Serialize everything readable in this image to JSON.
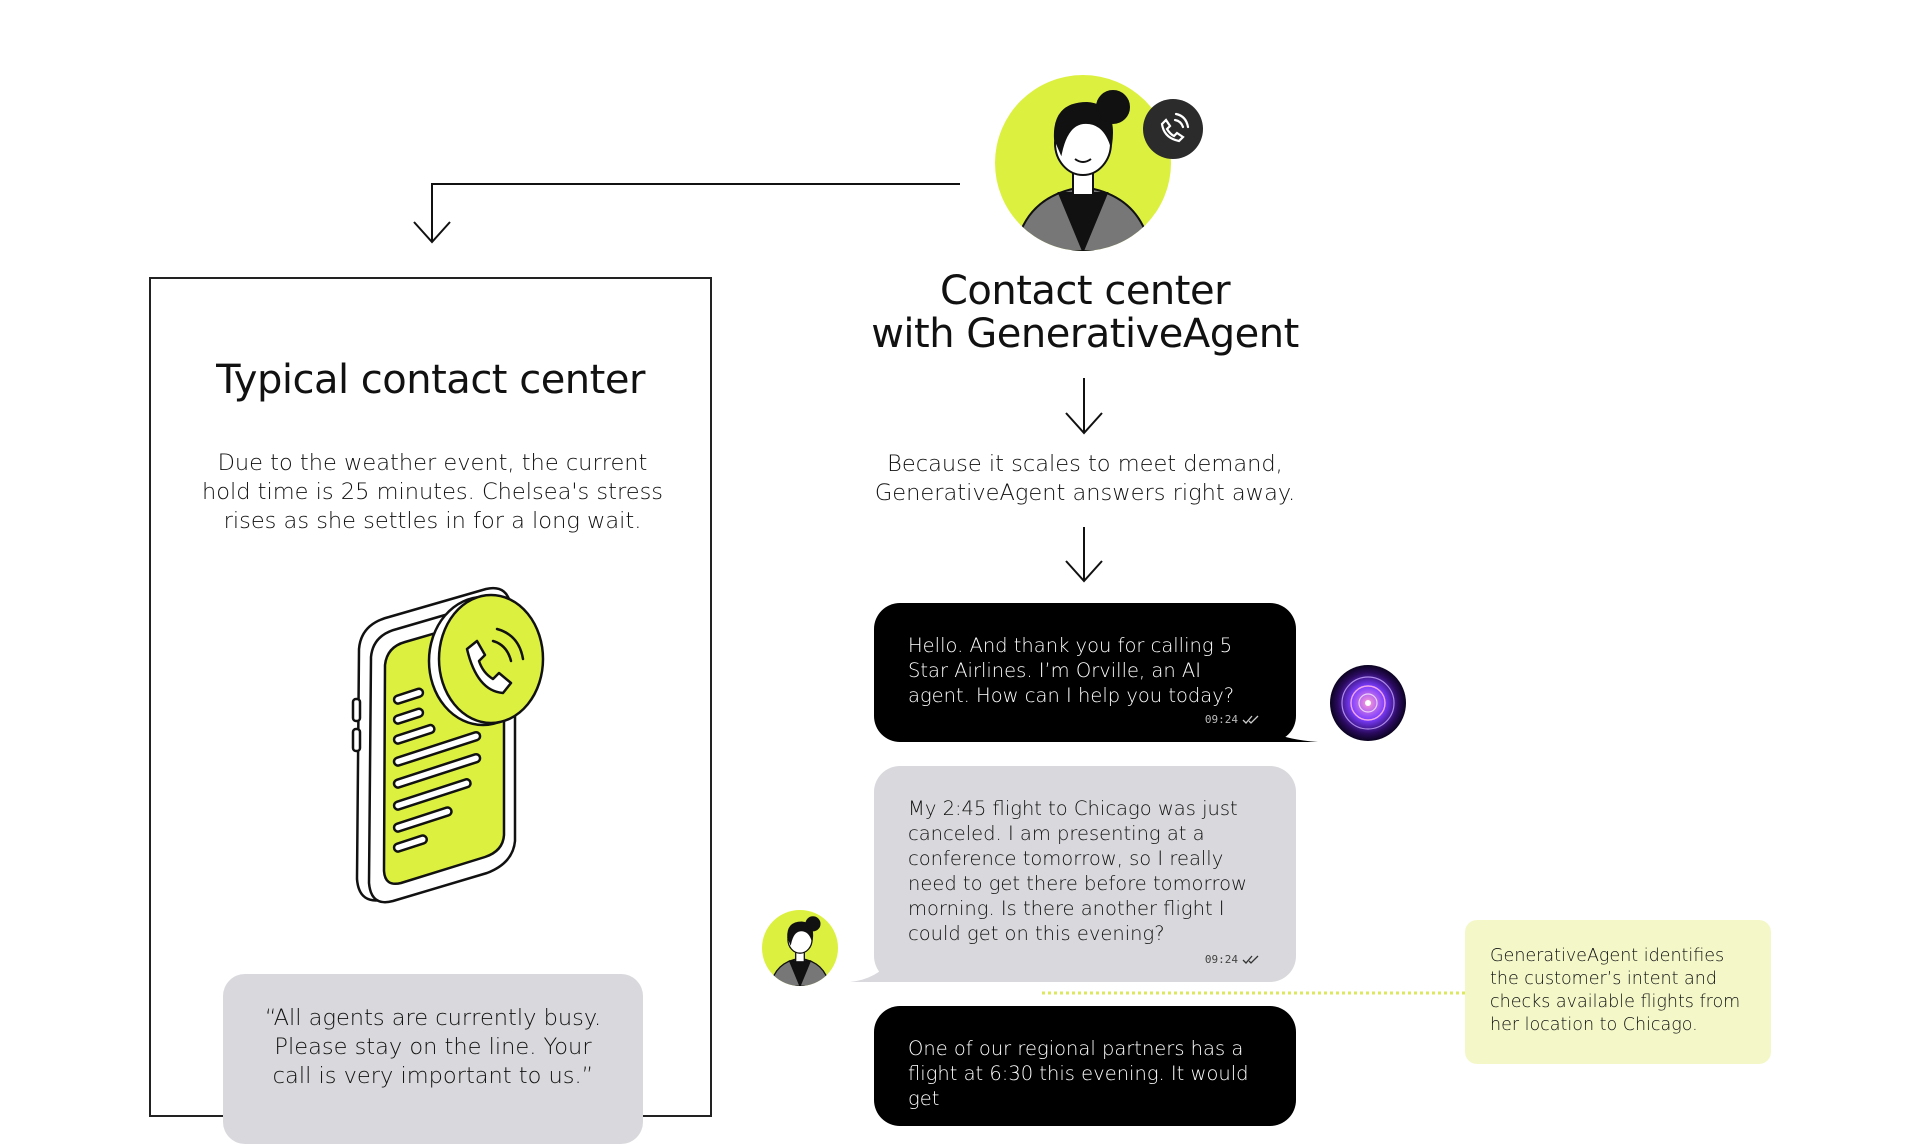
{
  "left_panel": {
    "title": "Typical contact center",
    "description": "Due to the weather event, the current hold time is 25 minutes. Chelsea's stress rises as she settles in for a long wait.",
    "hold_message": "“All agents are currently busy. Please stay on the line. Your call is very important to us.”"
  },
  "right_column": {
    "title_line1": "Contact center",
    "title_line2": "with GenerativeAgent",
    "description": "Because it scales to meet demand, GenerativeAgent answers right away."
  },
  "chat": {
    "messages": [
      {
        "sender": "agent",
        "text": "Hello. And thank you for calling 5 Star Airlines. I’m Orville, an AI agent. How can I help you today?",
        "time": "09:24"
      },
      {
        "sender": "customer",
        "text": "My 2:45 flight to Chicago was just canceled. I am presenting at a conference tomorrow, so I really need to get there before tomorrow morning. Is there another flight I could get on this evening?",
        "time": "09:24"
      },
      {
        "sender": "agent",
        "text": "One of our regional partners has a flight at 6:30 this evening. It would get",
        "time": ""
      }
    ]
  },
  "annotation": {
    "text": "GenerativeAgent identifies the customer’s intent and checks available flights from her location to Chicago."
  },
  "colors": {
    "accent": "#dcf03f",
    "dark_bubble": "#000000",
    "light_bubble": "#d9d8dc",
    "annotation_bg": "#f4f8c9"
  },
  "icons": [
    "phone-call-icon",
    "ai-orb-icon",
    "double-check-icon",
    "down-arrow-icon"
  ]
}
